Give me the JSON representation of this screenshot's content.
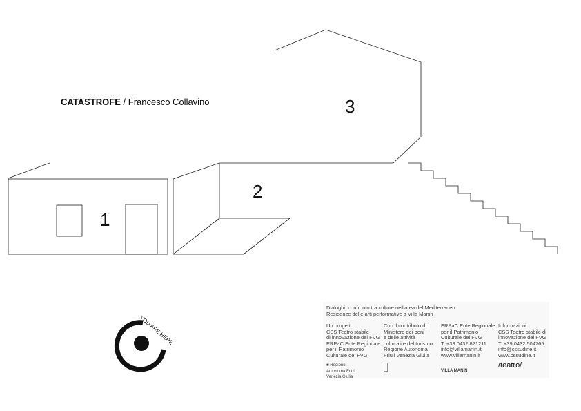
{
  "title": {
    "main": "CATASTROFE",
    "sub": "/ Francesco Collavino"
  },
  "rooms": [
    "1",
    "2",
    "3"
  ],
  "badge": {
    "text": "YOU ARE HERE"
  },
  "footer": {
    "intro": [
      "Dialoghi: confronto tra culture nell'area del Mediterraneo",
      "Residenze delle arti performative a Villa Manin"
    ],
    "columns": [
      [
        "Un progetto",
        "CSS Teatro stabile",
        "di innovazione del FVG",
        "ERPaC Ente Regionale",
        "per il Patrimonio",
        "Culturale del FVG"
      ],
      [
        "Con il contributo di",
        "Ministero dei beni",
        "e delle attività",
        "culturali e del turismo",
        "Regione Autonoma",
        "Friuli Venezia Giulia"
      ],
      [
        "ERPaC Ente Regionale",
        "per il Patrimonio",
        "Culturale del FVG",
        "T. +39 0432 821211",
        "info@villamanin.it",
        "www.villamanin.it"
      ],
      [
        "Informazioni",
        "CSS Teatro stabile di",
        "innovazione del FVG",
        "T. +39 0432 504765",
        "info@cssudine.it",
        "www.cssudine.it"
      ]
    ],
    "logos": [
      "Regione Autonoma Friuli Venezia Giulia",
      "VILLA MANIN",
      "/teatro/"
    ]
  }
}
